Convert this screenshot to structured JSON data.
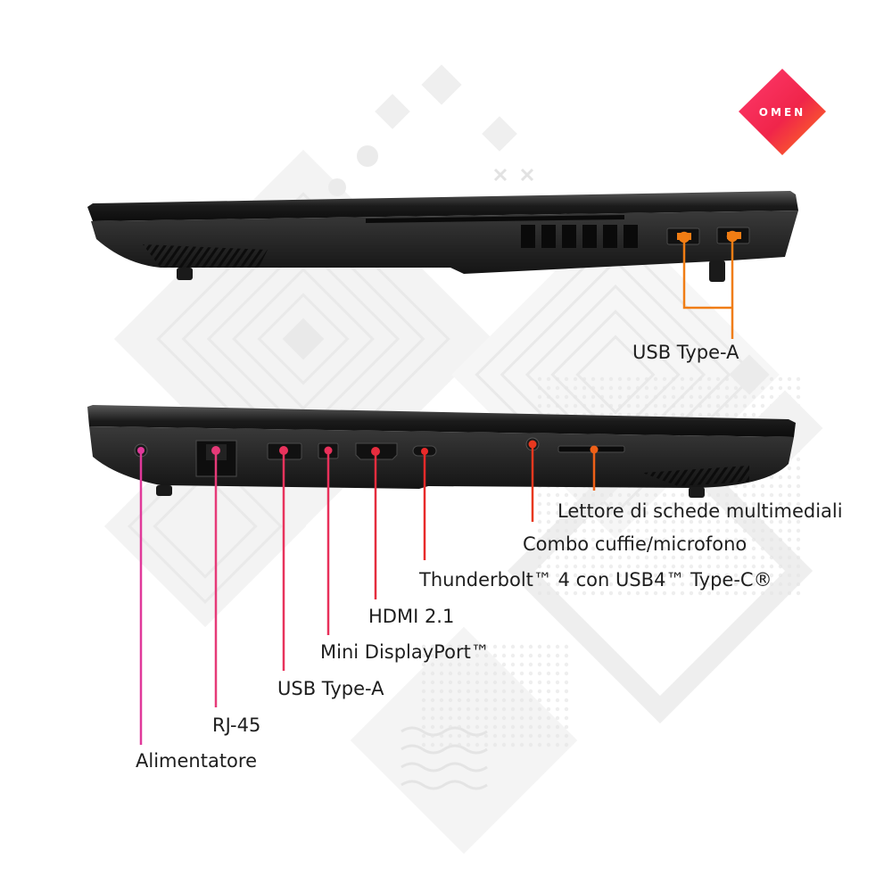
{
  "brand": {
    "logo_text": "OMEN"
  },
  "colors": {
    "usb_right": "#f07d14",
    "power": "#e0399a",
    "rj45": "#e63a78",
    "usb_left": "#e8335c",
    "mini_dp": "#e8305a",
    "hdmi": "#e52d3e",
    "thunderbolt": "#e82a2a",
    "audio": "#e8381f",
    "card": "#ee6018",
    "chassis": "#2b2b2b"
  },
  "right_side": {
    "usb_label": "USB Type-A"
  },
  "left_side": {
    "card_reader": "Lettore di schede multimediali",
    "audio_combo": "Combo cuffie/microfono",
    "thunderbolt": "Thunderbolt™ 4 con USB4™ Type-C®",
    "hdmi": "HDMI 2.1",
    "mini_dp": "Mini DisplayPort™",
    "usb": "USB Type-A",
    "rj45": "RJ-45",
    "power": "Alimentatore"
  }
}
